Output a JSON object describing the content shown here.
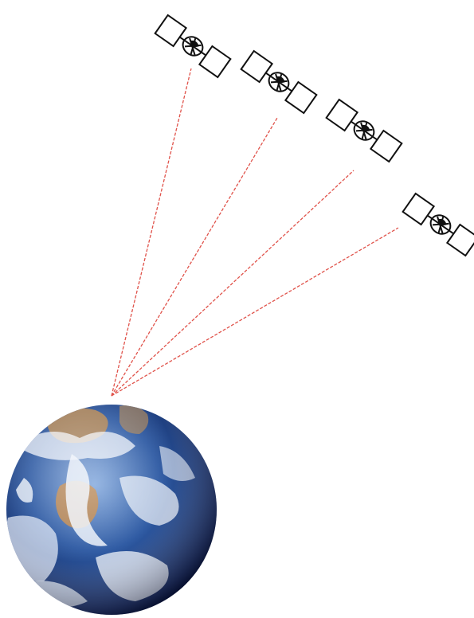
{
  "diagram": {
    "satellite_count": 4,
    "colors": {
      "signal_line": "#e0524a",
      "satellite_outline": "#111111",
      "ocean_light": "#5d88c6",
      "ocean_dark": "#0b1a45",
      "cloud": "#f3f6fb",
      "land": "#c2864a",
      "background": "#ffffff"
    },
    "elements": {
      "earth": "earth-globe",
      "satellite": "satellite-icon",
      "signal": "signal-line"
    }
  }
}
